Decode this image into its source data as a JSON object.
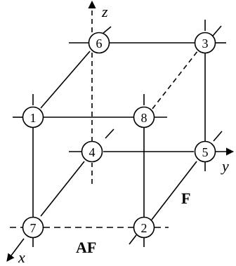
{
  "axes": {
    "x": "x",
    "y": "y",
    "z": "z"
  },
  "nodes": {
    "n1": "1",
    "n2": "2",
    "n3": "3",
    "n4": "4",
    "n5": "5",
    "n6": "6",
    "n7": "7",
    "n8": "8"
  },
  "labels": {
    "af": "AF",
    "f": "F"
  }
}
